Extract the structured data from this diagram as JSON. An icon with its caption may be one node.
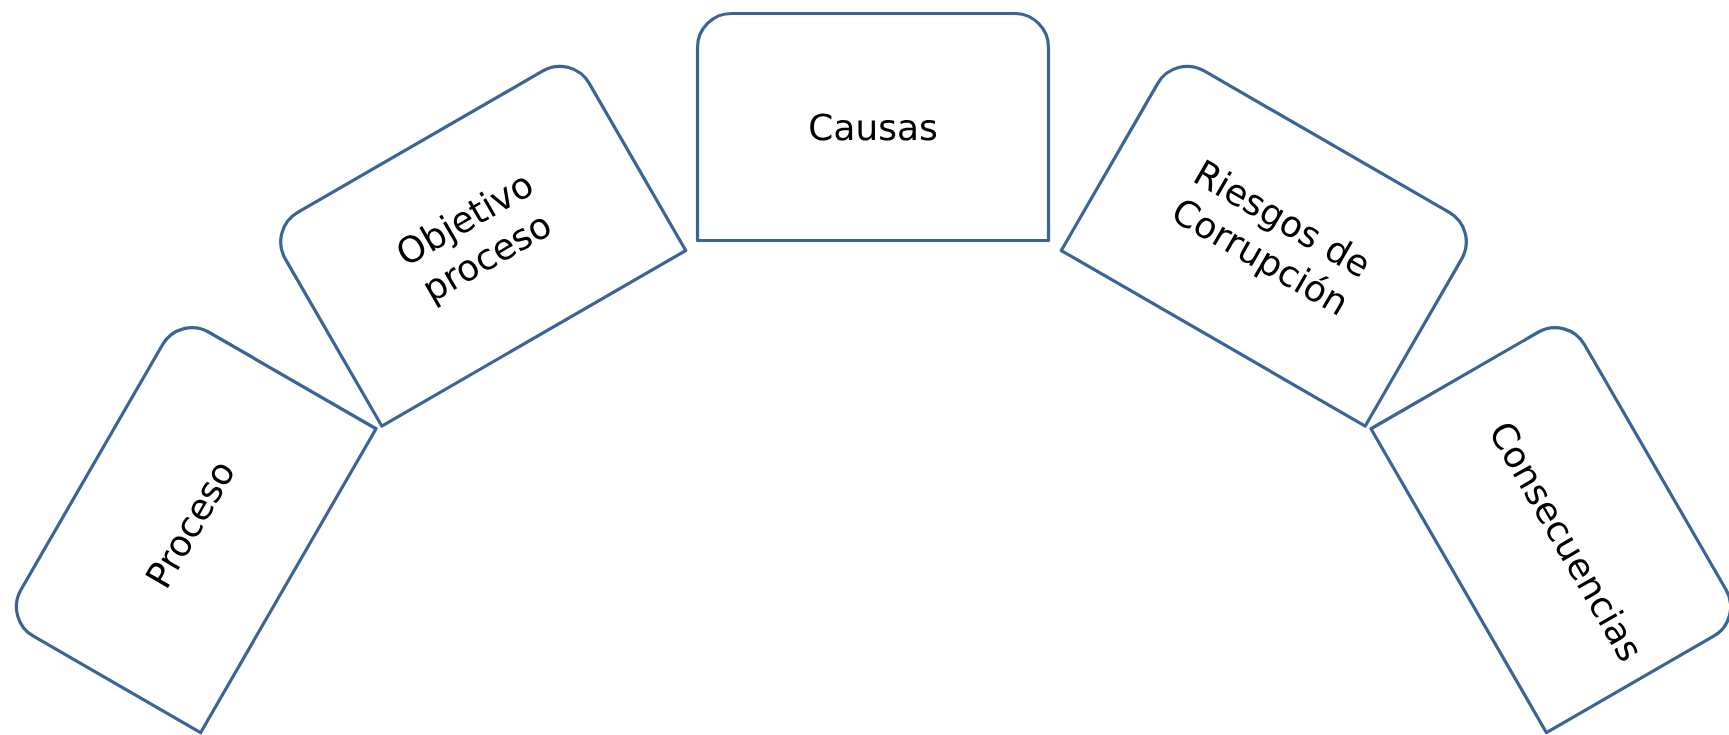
{
  "diagram": {
    "nodes": [
      {
        "text": [
          "Proceso"
        ]
      },
      {
        "text": [
          "Objetivo proceso"
        ]
      },
      {
        "text": [
          "Causas"
        ]
      },
      {
        "text": [
          "Riesgos de Corrupción"
        ]
      },
      {
        "text": [
          "Consecuencias"
        ]
      }
    ]
  }
}
